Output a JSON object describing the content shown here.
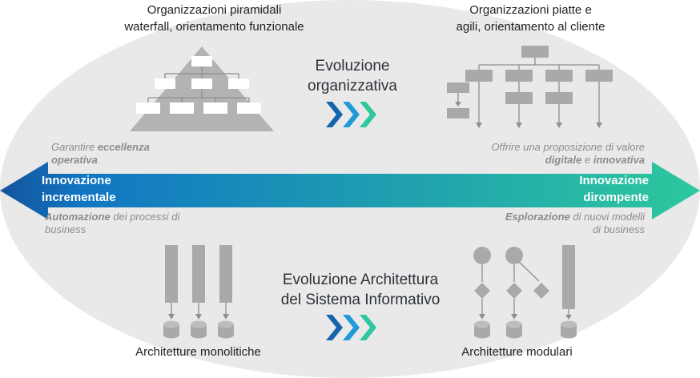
{
  "colors": {
    "ellipse_bg": "#e9e9e9",
    "arrow_blue_dark": "#14549b",
    "arrow_blue": "#1176c3",
    "arrow_teal": "#2dc89d",
    "chevron_blue_dark": "#1565ad",
    "chevron_blue": "#209bd8",
    "chevron_teal": "#2dc89d",
    "title_text": "#2d3239",
    "label_text": "#1f1f1f",
    "annotation_gray": "#8c8c8c",
    "arrow_label_white": "#ffffff",
    "graphic_gray": "#a9a9a9",
    "graphic_line": "#8f8f8f",
    "pyramid_gray": "#b3b3b3"
  },
  "top_section": {
    "left_label": {
      "line1": "Organizzazioni piramidali",
      "line2": "waterfall, orientamento funzionale"
    },
    "title": {
      "line1": "Evoluzione",
      "line2": "organizzativa"
    },
    "right_label": {
      "line1": "Organizzazioni piatte e",
      "line2": "agili, orientamento al cliente"
    }
  },
  "axis": {
    "left_label": {
      "line1": "Innovazione",
      "line2": "incrementale"
    },
    "right_label": {
      "line1": "Innovazione",
      "line2": "dirompente"
    },
    "goal_left": {
      "line1_normal": "Garantire ",
      "line1_bold": "eccellenza",
      "line2_bold": "operativa"
    },
    "goal_right": {
      "line1": "Offrire una proposizione di valore",
      "line2_bold1": "digitale",
      "line2_normal": " e ",
      "line2_bold2": "innovativa"
    },
    "mode_left": {
      "line1_bold": "Automazione",
      "line1_normal": " dei processi di",
      "line2": "business"
    },
    "mode_right": {
      "line1_bold": "Esplorazione",
      "line1_normal": " di nuovi modelli",
      "line2": "di business"
    }
  },
  "bottom_section": {
    "left_label": {
      "line1": "Architetture monolitiche"
    },
    "title": {
      "line1": "Evoluzione Architettura",
      "line2": "del  Sistema Informativo"
    },
    "right_label": {
      "line1": "Architetture modulari"
    }
  }
}
